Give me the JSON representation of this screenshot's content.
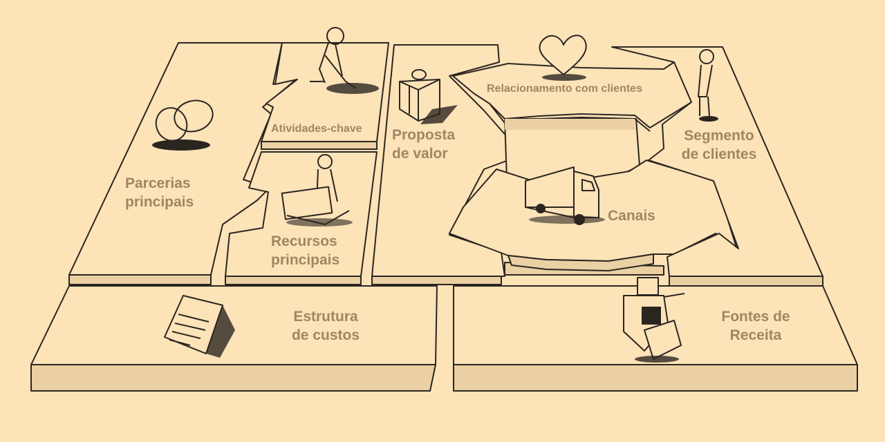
{
  "canvas": {
    "blocks": {
      "partners": [
        "Parcerias",
        "principais"
      ],
      "activities": "Atividades-chave",
      "resources": [
        "Recursos",
        "principais"
      ],
      "value": [
        "Proposta",
        "de valor"
      ],
      "relationships": "Relacionamento com clientes",
      "channels": "Canais",
      "segments": [
        "Segmento",
        "de clientes"
      ],
      "costs": [
        "Estrutura",
        "de custos"
      ],
      "revenue": [
        "Fontes de",
        "Receita"
      ]
    }
  },
  "colors": {
    "background": "#fce3b8",
    "surface": "#fce3b8",
    "side": "#ead0a3",
    "stroke": "#2b2520",
    "text": "#a08663"
  },
  "icons": [
    "rings-icon",
    "digger-icon",
    "worker-icon",
    "gift-icon",
    "heart-icon",
    "truck-icon",
    "person-icon",
    "document-icon",
    "cash-register-icon"
  ]
}
